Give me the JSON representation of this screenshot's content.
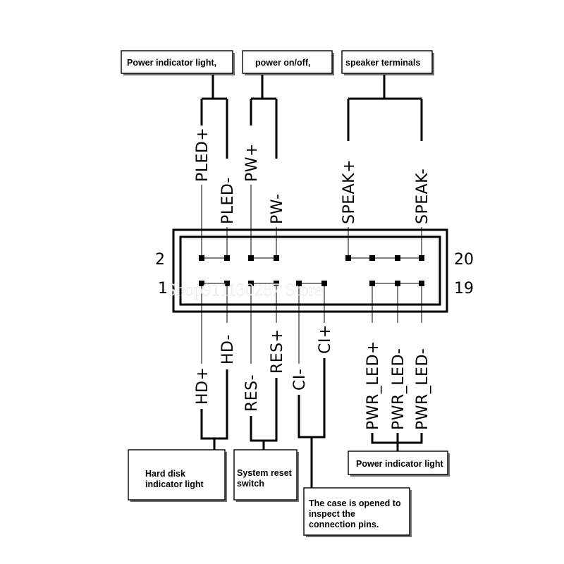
{
  "boxes": {
    "power_indicator_top": "Power indicator light,",
    "power_switch": "power on/off,",
    "speaker": "speaker terminals",
    "hdd_line1": "Hard disk",
    "hdd_line2": "indicator light",
    "reset_line1": "System reset",
    "reset_line2": "switch",
    "case_line1": "The case is opened to",
    "case_line2": "inspect the",
    "case_line3": "connection pins.",
    "power_indicator_bottom": "Power indicator light"
  },
  "top_pins": [
    "PLED+",
    "PLED-",
    "PW+",
    "PW-",
    "SPEAK+",
    "SPEAK-"
  ],
  "bottom_pins": [
    "HD+",
    "HD-",
    "RES-",
    "RES+",
    "CI-",
    "CI+",
    "PWR_LED+",
    "PWR_LED-",
    "PWR_LED-"
  ],
  "pin_numbers": {
    "top_left": "2",
    "top_right": "20",
    "bottom_left": "1",
    "bottom_right": "19"
  },
  "watermark": "Shop911130287 Store",
  "colors": {
    "line": "#000000",
    "background": "#ffffff"
  }
}
